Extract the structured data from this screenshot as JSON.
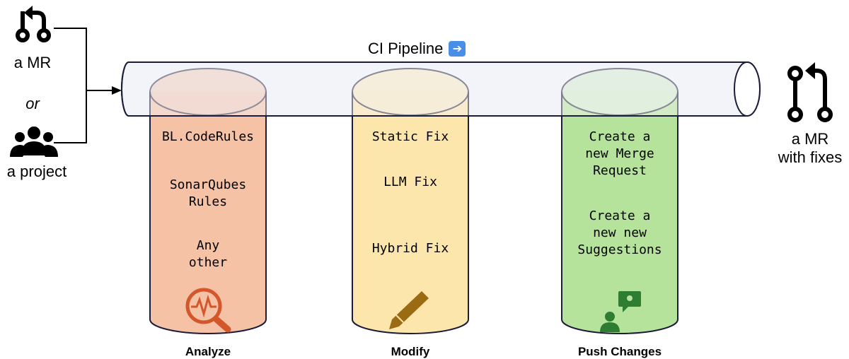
{
  "inputs": {
    "mr_label": "a MR",
    "or_label": "or",
    "project_label": "a project"
  },
  "pipeline": {
    "title": "CI Pipeline",
    "title_icon": "right-arrow-emoji-icon"
  },
  "output": {
    "label_line1": "a MR",
    "label_line2": "with fixes"
  },
  "stages": [
    {
      "name": "Analyze",
      "items": [
        "BL.CodeRules",
        "SonarQubes\nRules",
        "Any\nother"
      ],
      "icon": "magnifier-analyze-icon",
      "color": "#f5c2a6",
      "icon_color": "#d3572a"
    },
    {
      "name": "Modify",
      "items": [
        "Static Fix",
        "LLM Fix",
        "Hybrid Fix"
      ],
      "icon": "pencil-icon",
      "color": "#fde6ab",
      "icon_color": "#9a6b12"
    },
    {
      "name": "Push Changes",
      "items": [
        "Create a\nnew Merge\nRequest",
        "Create a\nnew new\nSuggestions"
      ],
      "icon": "person-idea-icon",
      "color": "#b6e39c",
      "icon_color": "#2f7d32"
    }
  ]
}
